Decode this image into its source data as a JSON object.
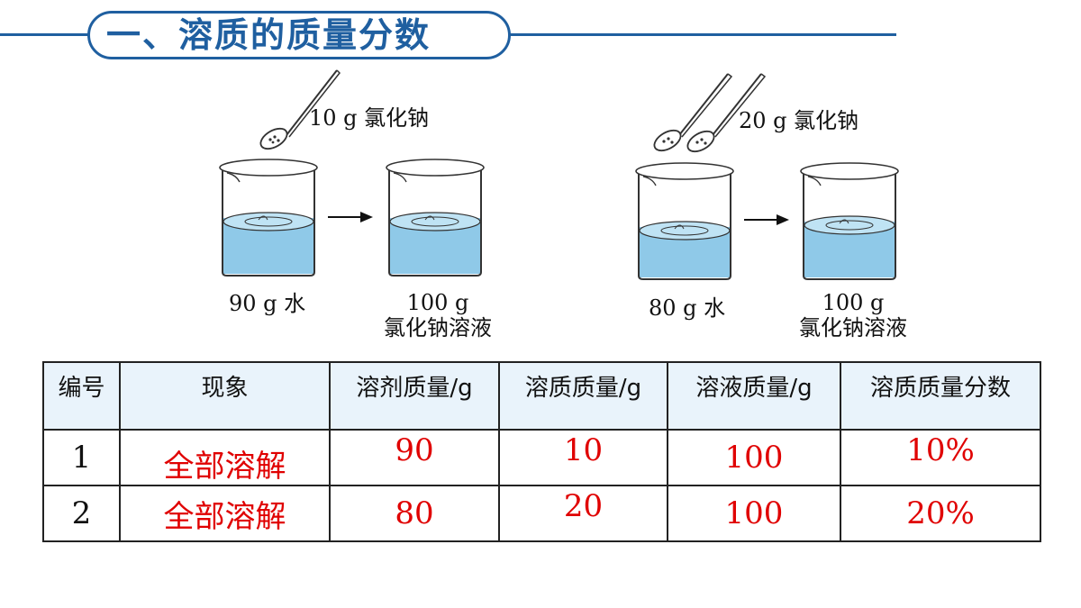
{
  "title": "一、溶质的质量分数",
  "illustration": {
    "left_scene": {
      "spoon_label": "10 g 氯化钠",
      "beaker1_label": "90 g 水",
      "beaker2_label_line1": "100 g",
      "beaker2_label_line2": "氯化钠溶液"
    },
    "right_scene": {
      "spoon_label": "20 g 氯化钠",
      "beaker1_label": "80 g 水",
      "beaker2_label_line1": "100 g",
      "beaker2_label_line2": "氯化钠溶液"
    },
    "colors": {
      "water": "#8fc9e8",
      "outline": "#333333",
      "arrow": "#111111"
    }
  },
  "table": {
    "headers": [
      "编号",
      "现象",
      "溶剂质量/g",
      "溶质质量/g",
      "溶液质量/g",
      "溶质质量分数"
    ],
    "rows": [
      {
        "id": "1",
        "phenomenon": "全部溶解",
        "solvent": "90",
        "solute": "10",
        "solution": "100",
        "fraction": "10%"
      },
      {
        "id": "2",
        "phenomenon": "全部溶解",
        "solvent": "80",
        "solute": "20",
        "solution": "100",
        "fraction": "20%"
      }
    ],
    "colors": {
      "header_bg": "#e9f3fb",
      "answer": "#e00000"
    }
  },
  "colors": {
    "accent": "#1f5fa0"
  }
}
